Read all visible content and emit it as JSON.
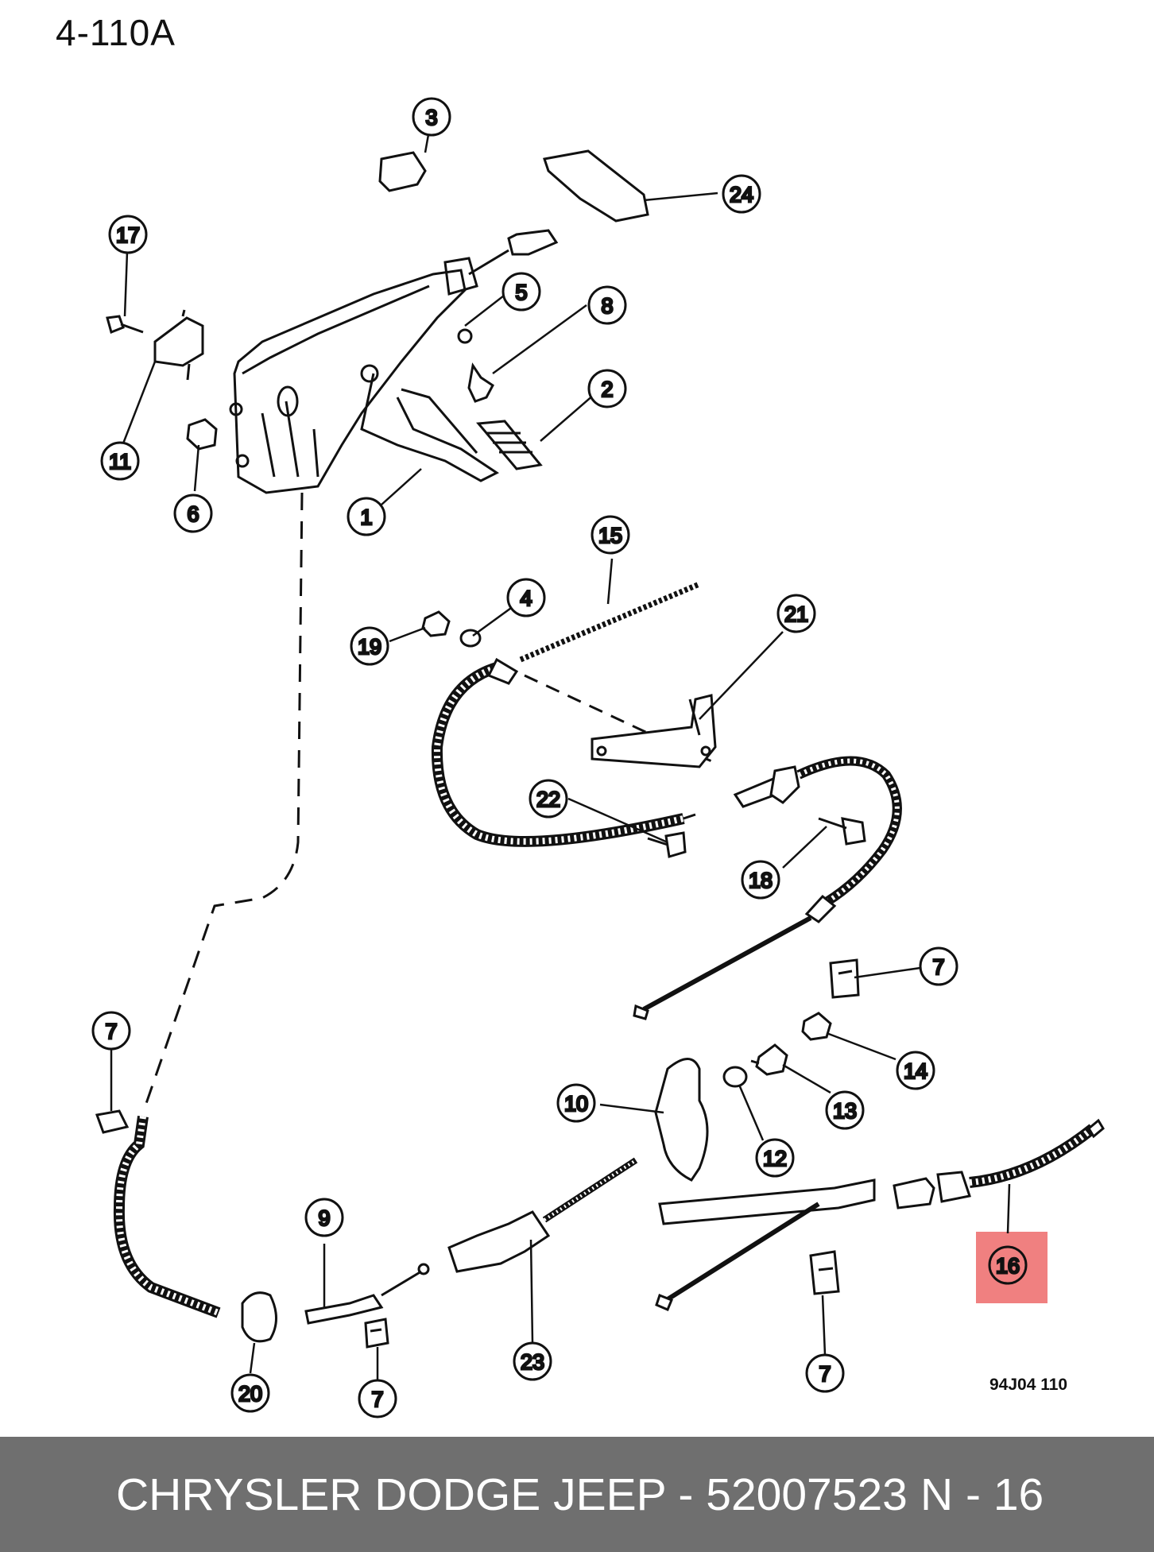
{
  "diagram": {
    "page_code": "4-110A",
    "figure_code": "94J04  110",
    "highlight_color": "#f08080",
    "highlighted_callout": "16",
    "callouts": [
      {
        "id": "c1",
        "label": "1"
      },
      {
        "id": "c2",
        "label": "2"
      },
      {
        "id": "c3",
        "label": "3"
      },
      {
        "id": "c4",
        "label": "4"
      },
      {
        "id": "c5",
        "label": "5"
      },
      {
        "id": "c6",
        "label": "6"
      },
      {
        "id": "c7a",
        "label": "7"
      },
      {
        "id": "c7b",
        "label": "7"
      },
      {
        "id": "c7c",
        "label": "7"
      },
      {
        "id": "c7d",
        "label": "7"
      },
      {
        "id": "c8",
        "label": "8"
      },
      {
        "id": "c9",
        "label": "9"
      },
      {
        "id": "c10",
        "label": "10"
      },
      {
        "id": "c11",
        "label": "11"
      },
      {
        "id": "c12",
        "label": "12"
      },
      {
        "id": "c13",
        "label": "13"
      },
      {
        "id": "c14",
        "label": "14"
      },
      {
        "id": "c15",
        "label": "15"
      },
      {
        "id": "c16",
        "label": "16"
      },
      {
        "id": "c17",
        "label": "17"
      },
      {
        "id": "c18",
        "label": "18"
      },
      {
        "id": "c19",
        "label": "19"
      },
      {
        "id": "c20",
        "label": "20"
      },
      {
        "id": "c21",
        "label": "21"
      },
      {
        "id": "c22",
        "label": "22"
      },
      {
        "id": "c23",
        "label": "23"
      },
      {
        "id": "c24",
        "label": "24"
      }
    ]
  },
  "footer": {
    "title": "CHRYSLER DODGE JEEP - 52007523",
    "ref": "N - 16",
    "background": "#6f6f6f"
  }
}
